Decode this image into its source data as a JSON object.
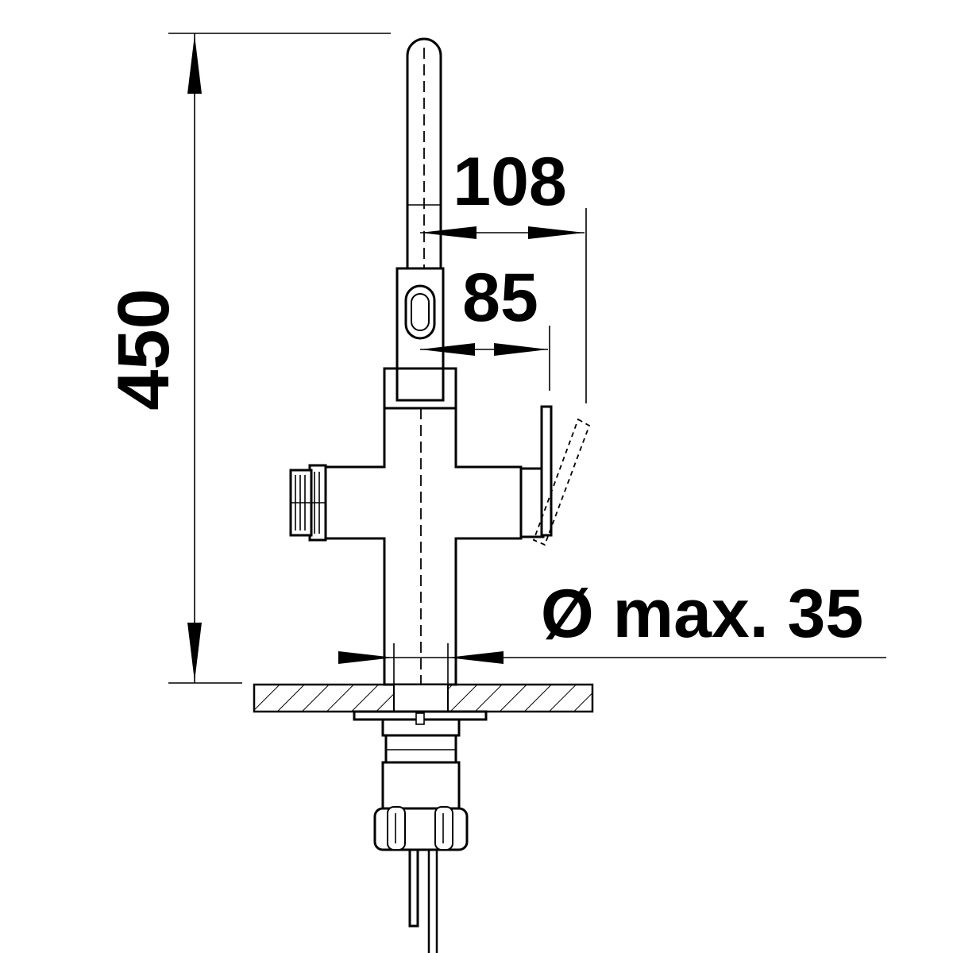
{
  "dimensions": {
    "height": "450",
    "reach": "108",
    "spout_offset": "85",
    "hole_diameter": "Ø max. 35"
  },
  "colors": {
    "line": "#000000",
    "background": "#ffffff"
  }
}
